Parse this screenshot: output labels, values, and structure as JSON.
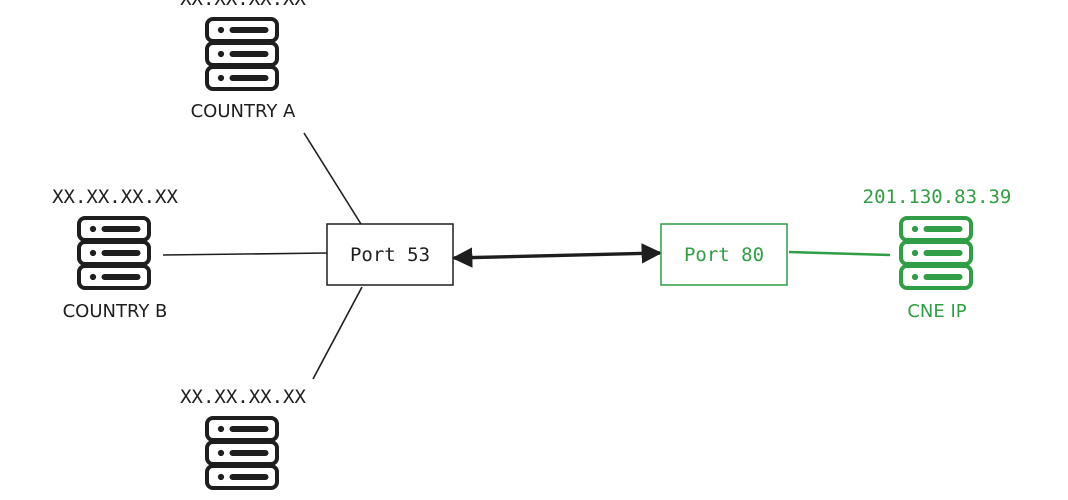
{
  "nodes": {
    "country_a": {
      "ip": "XX.XX.XX.XX",
      "label": "COUNTRY A"
    },
    "country_b": {
      "ip": "XX.XX.XX.XX",
      "label": "COUNTRY B"
    },
    "bottom": {
      "ip": "XX.XX.XX.XX"
    },
    "cne": {
      "ip": "201.130.83.39",
      "label": "CNE IP"
    }
  },
  "ports": {
    "dns": "Port 53",
    "http": "Port 80"
  },
  "colors": {
    "ink": "#1e1e1e",
    "accent": "#2f9e44"
  },
  "icons": {
    "server": "server-icon"
  }
}
